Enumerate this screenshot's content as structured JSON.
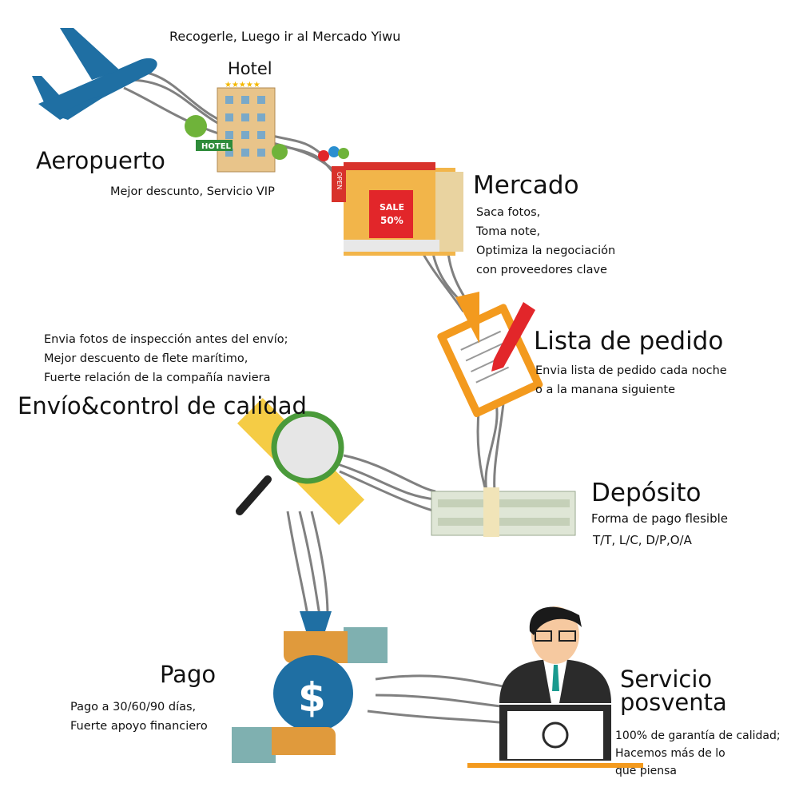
{
  "airport": {
    "title": "Aeropuerto",
    "note": "Recogerle, Luego ir al Mercado Yiwu",
    "sub": "Mejor descunto, Servicio VIP"
  },
  "hotel": {
    "title": "Hotel",
    "sign": "HOTEL"
  },
  "market": {
    "title": "Mercado",
    "lines": [
      "Saca fotos,",
      "Toma note,",
      "Optimiza la negociación",
      "con proveedores clave"
    ],
    "sale_sign": "SALE",
    "sale_pct": "50%",
    "open_sign": "OPEN"
  },
  "order_list": {
    "title": "Lista de pedido",
    "lines": [
      "Envia lista de pedido cada noche",
      "o a la  manana siguiente"
    ]
  },
  "quality": {
    "title": "Envío&control de calidad",
    "lines": [
      "Envia fotos de inspección antes del envío;",
      "Mejor descuento de flete marítimo,",
      "Fuerte relación de la compañía naviera"
    ]
  },
  "deposit": {
    "title": "Depósito",
    "lines": [
      "Forma de pago flesible",
      "T/T, L/C, D/P,O/A"
    ]
  },
  "payment": {
    "title": "Pago",
    "lines": [
      "Pago a 30/60/90 días,",
      "Fuerte apoyo financiero"
    ],
    "bag_symbol": "$"
  },
  "after_sales": {
    "title_lines": [
      "Servicio",
      "posventa"
    ],
    "lines": [
      "100% de garantía de calidad;",
      "Hacemos más de lo",
      "que piensa"
    ]
  },
  "colors": {
    "plane": "#1f6fa3",
    "wire": "#6b6b6b",
    "orange": "#f39a1e",
    "money_bag": "#1f6fa3",
    "hand": "#e09a3c",
    "cuff": "#7fb0b0"
  }
}
